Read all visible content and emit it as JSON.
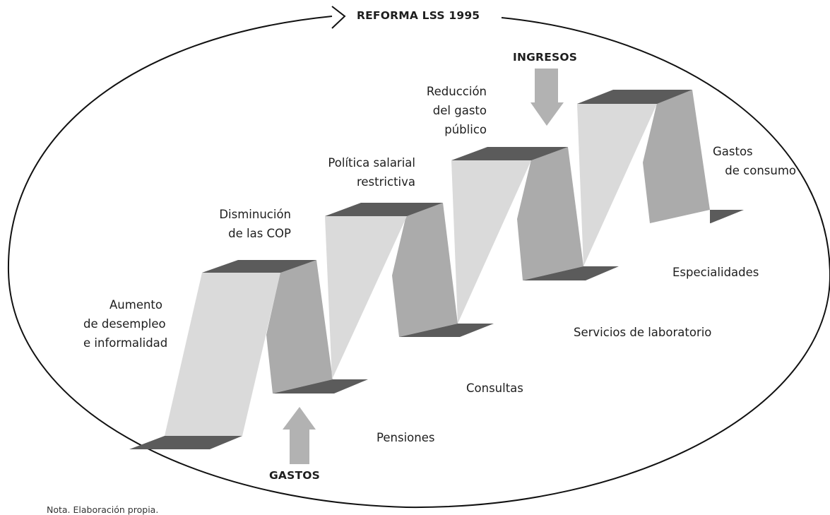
{
  "title": "REFORMA LSS 1995",
  "labels": {
    "ingresos": "INGRESOS",
    "gastos": "GASTOS",
    "aumento": [
      "Aumento",
      "de desempleo",
      "e informalidad"
    ],
    "disminucion": [
      "Disminución",
      "de las COP"
    ],
    "politica": [
      "Política salarial",
      "restrictiva"
    ],
    "reduccion": [
      "Reducción",
      "del gasto",
      "público"
    ],
    "gastos_consumo": [
      "Gastos",
      "de consumo"
    ],
    "especialidades": "Especialidades",
    "servicios": "Servicios de laboratorio",
    "consultas": "Consultas",
    "pensiones": "Pensiones"
  },
  "note": "Nota. Elaboración propia.",
  "colors": {
    "riser_front": "#dadada",
    "riser_back": "#ababab",
    "tread_top": "#5a5a5a",
    "arrow": "#b2b2b2",
    "outline": "#111111"
  }
}
